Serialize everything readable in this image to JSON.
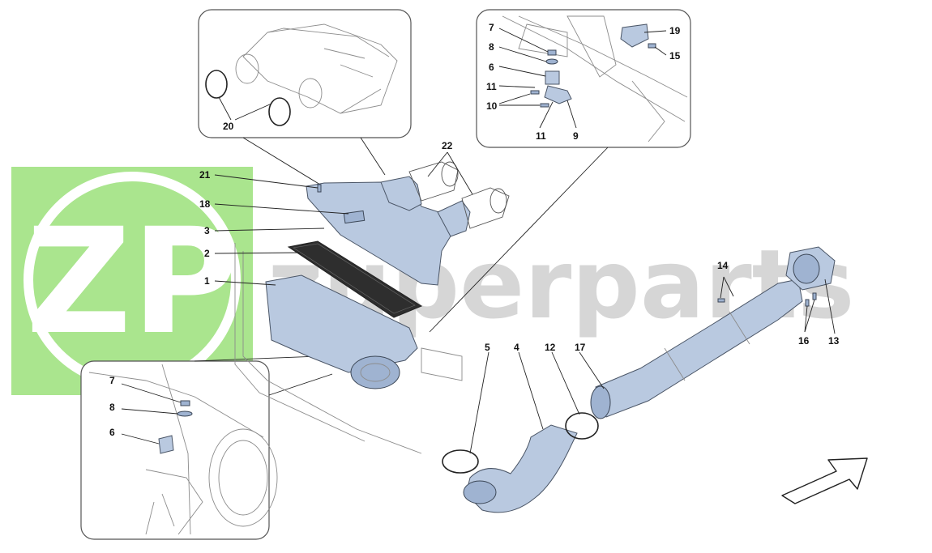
{
  "watermark": {
    "logo_text": "ZP",
    "brand_text": "zuperparts",
    "logo_color": "#9be07a"
  },
  "colors": {
    "part_fill": "#b9c9e0",
    "outline": "#4a5566"
  },
  "icons": {
    "direction_arrow": "arrow-up-right-icon"
  },
  "callouts": {
    "c1": "1",
    "c2": "2",
    "c3": "3",
    "c4": "4",
    "c5": "5",
    "c12": "12",
    "c13": "13",
    "c14": "14",
    "c16": "16",
    "c17": "17",
    "c18": "18",
    "c21": "21",
    "c22": "22"
  },
  "inset_top_left": {
    "c20": "20"
  },
  "inset_top_right": {
    "c7": "7",
    "c8": "8",
    "c6": "6",
    "c11a": "11",
    "c10": "10",
    "c11b": "11",
    "c9": "9",
    "c19": "19",
    "c15": "15"
  },
  "inset_bottom_left": {
    "c7": "7",
    "c8": "8",
    "c6": "6"
  }
}
